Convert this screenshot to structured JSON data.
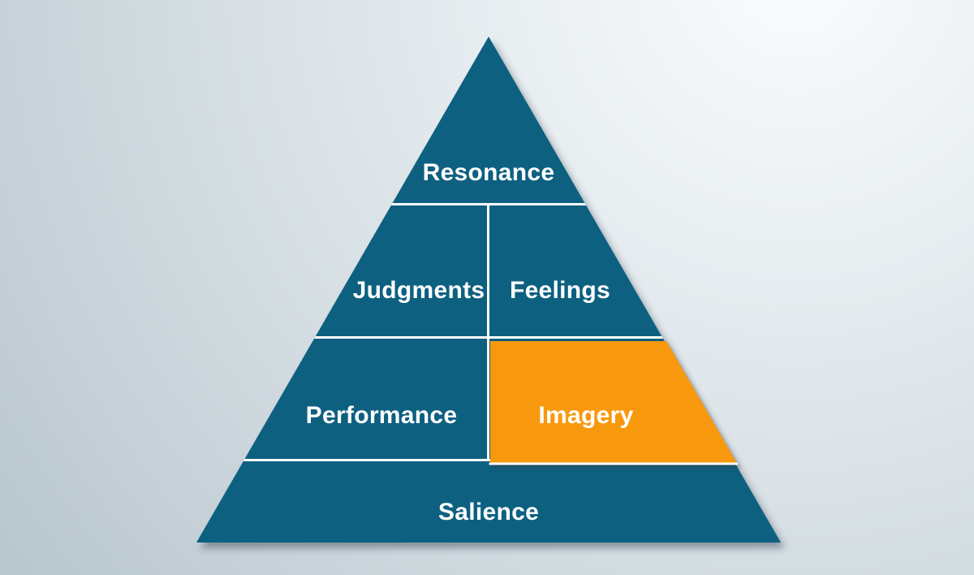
{
  "diagram": {
    "type": "pyramid",
    "name": "brand-equity-pyramid",
    "labels": {
      "resonance": "Resonance",
      "judgments": "Judgments",
      "feelings": "Feelings",
      "performance": "Performance",
      "imagery": "Imagery",
      "salience": "Salience"
    },
    "highlighted_section": "Imagery",
    "colors": {
      "pyramid": "#0a6180",
      "highlight": "#f8990d",
      "divider": "#ffffff",
      "text": "#ffffff",
      "bg_light": "#fbfdfe",
      "bg_mid": "#dde5e9",
      "bg_dark": "#aab9c3"
    }
  }
}
